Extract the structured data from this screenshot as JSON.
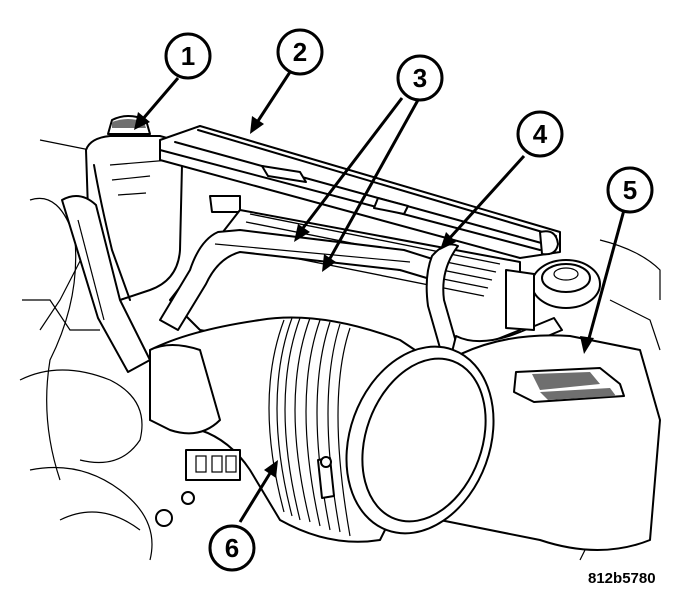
{
  "figure_code": "812b5780",
  "callouts": [
    {
      "number": "1"
    },
    {
      "number": "2"
    },
    {
      "number": "3"
    },
    {
      "number": "4"
    },
    {
      "number": "5"
    },
    {
      "number": "6"
    }
  ]
}
